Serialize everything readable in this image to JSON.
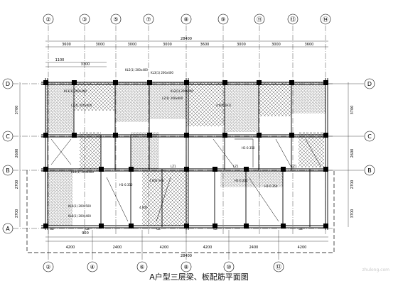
{
  "drawing": {
    "title": "A户型三层梁、板配筋平面图",
    "watermark": "zhulong.com"
  },
  "axes": {
    "top_columns": [
      "②",
      "③",
      "⑤",
      "⑦",
      "⑧",
      "⑨",
      "⑪",
      "⑬",
      "⑭"
    ],
    "bottom_columns": [
      "②",
      "④",
      "⑥",
      "⑧",
      "⑩",
      "⑫"
    ],
    "rows_left": [
      "D",
      "C",
      "B",
      "A"
    ],
    "rows_right": [
      "D",
      "C",
      "B"
    ]
  },
  "dimensions": {
    "overall_top": "28400",
    "top_spans": [
      "3600",
      "3000",
      "3000",
      "3000",
      "3600",
      "3000",
      "3000",
      "3600"
    ],
    "left_offset": [
      "1100",
      "3300"
    ],
    "bottom_spans": [
      "4200",
      "2400",
      "4200",
      "4200",
      "2400",
      "4200"
    ],
    "bottom_overall": "28400",
    "left_rows": [
      "3700",
      "2600",
      "2700",
      "3700"
    ],
    "right_rows": [
      "3700",
      "2600",
      "2700",
      "3700"
    ],
    "bottom_small": "900"
  },
  "annotations": [
    "KL5(1) 200x400",
    "KL3(1) 200x400",
    "KL1(1) 200x400",
    "KL2(1) 200x400",
    "L1(1) 200x400",
    "L2(1) 200x400",
    "4.600 (H1)",
    "H1-0.350",
    "H1-0.350",
    "H1-0.350",
    "4.600 (H1)",
    "KL4(1) 200x400",
    "LZ1",
    "LZ1",
    "LZ1",
    "GZ",
    "GZ",
    "GZ",
    "GZ",
    "GZ",
    "H1-0.200",
    "KL6(1) 200x500",
    "KL8(1) 200x400",
    "4.600"
  ]
}
